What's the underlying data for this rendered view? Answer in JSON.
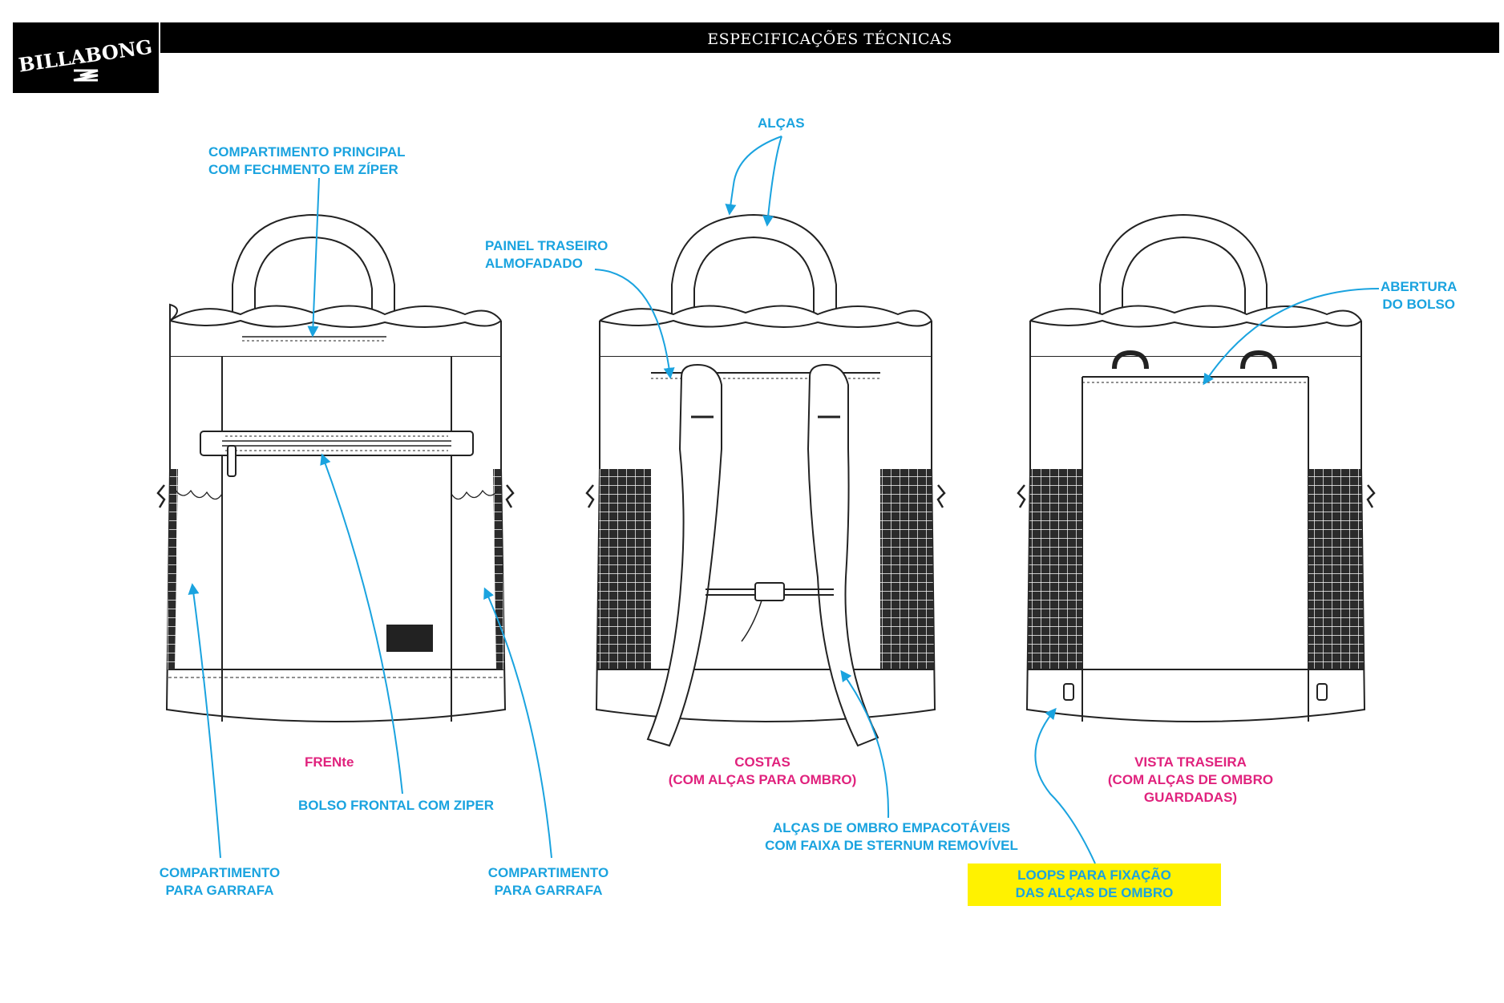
{
  "brand": {
    "logo_text": "BILLABONG"
  },
  "header": {
    "title": "ESPECIFICAÇÕES TÉCNICAS"
  },
  "views": {
    "front": "FRENte",
    "back_line1": "COSTAS",
    "back_line2": "(COM ALÇAS PARA OMBRO)",
    "rear_line1": "VISTA TRASEIRA",
    "rear_line2": "(COM ALÇAS DE OMBRO",
    "rear_line3": "GUARDADAS)"
  },
  "callouts": {
    "main_compartment_1": "COMPARTIMENTO PRINCIPAL",
    "main_compartment_2": "COM FECHMENTO EM ZÍPER",
    "handles": "ALÇAS",
    "back_panel_1": "PAINEL TRASEIRO",
    "back_panel_2": "ALMOFADADO",
    "pocket_opening_1": "ABERTURA",
    "pocket_opening_2": "DO BOLSO",
    "front_pocket": "BOLSO FRONTAL COM ZIPER",
    "bottle_left_1": "COMPARTIMENTO",
    "bottle_left_2": "PARA GARRAFA",
    "bottle_right_1": "COMPARTIMENTO",
    "bottle_right_2": "PARA GARRAFA",
    "straps_1": "ALÇAS DE OMBRO EMPACOTÁVEIS",
    "straps_2": "COM FAIXA DE STERNUM REMOVÍVEL",
    "loops_1": "LOOPS PARA FIXAÇÃO",
    "loops_2": "DAS ALÇAS DE OMBRO"
  },
  "colors": {
    "callout": "#1aa3df",
    "view_label": "#e0227d",
    "highlight": "#fff200",
    "header_bg": "#000000"
  }
}
